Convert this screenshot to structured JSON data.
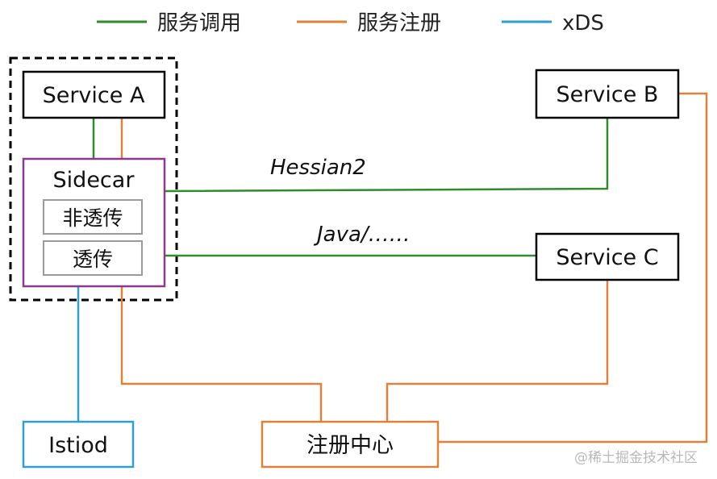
{
  "legend": {
    "call": {
      "label": "服务调用",
      "color": "#2e8b2e"
    },
    "register": {
      "label": "服务注册",
      "color": "#e0813a"
    },
    "xds": {
      "label": "xDS",
      "color": "#2f9fd0"
    }
  },
  "nodes": {
    "service_a": "Service A",
    "service_b": "Service B",
    "service_c": "Service C",
    "sidecar": "Sidecar",
    "non_passthrough": "非透传",
    "passthrough": "透传",
    "istiod": "Istiod",
    "registry": "注册中心"
  },
  "edges": {
    "hessian": "Hessian2",
    "java": "Java/……"
  },
  "colors": {
    "sidecar_border": "#8b3a8b",
    "inner_border": "#9a9a9a",
    "box_border": "#000000"
  },
  "watermark": "@稀土掘金技术社区"
}
